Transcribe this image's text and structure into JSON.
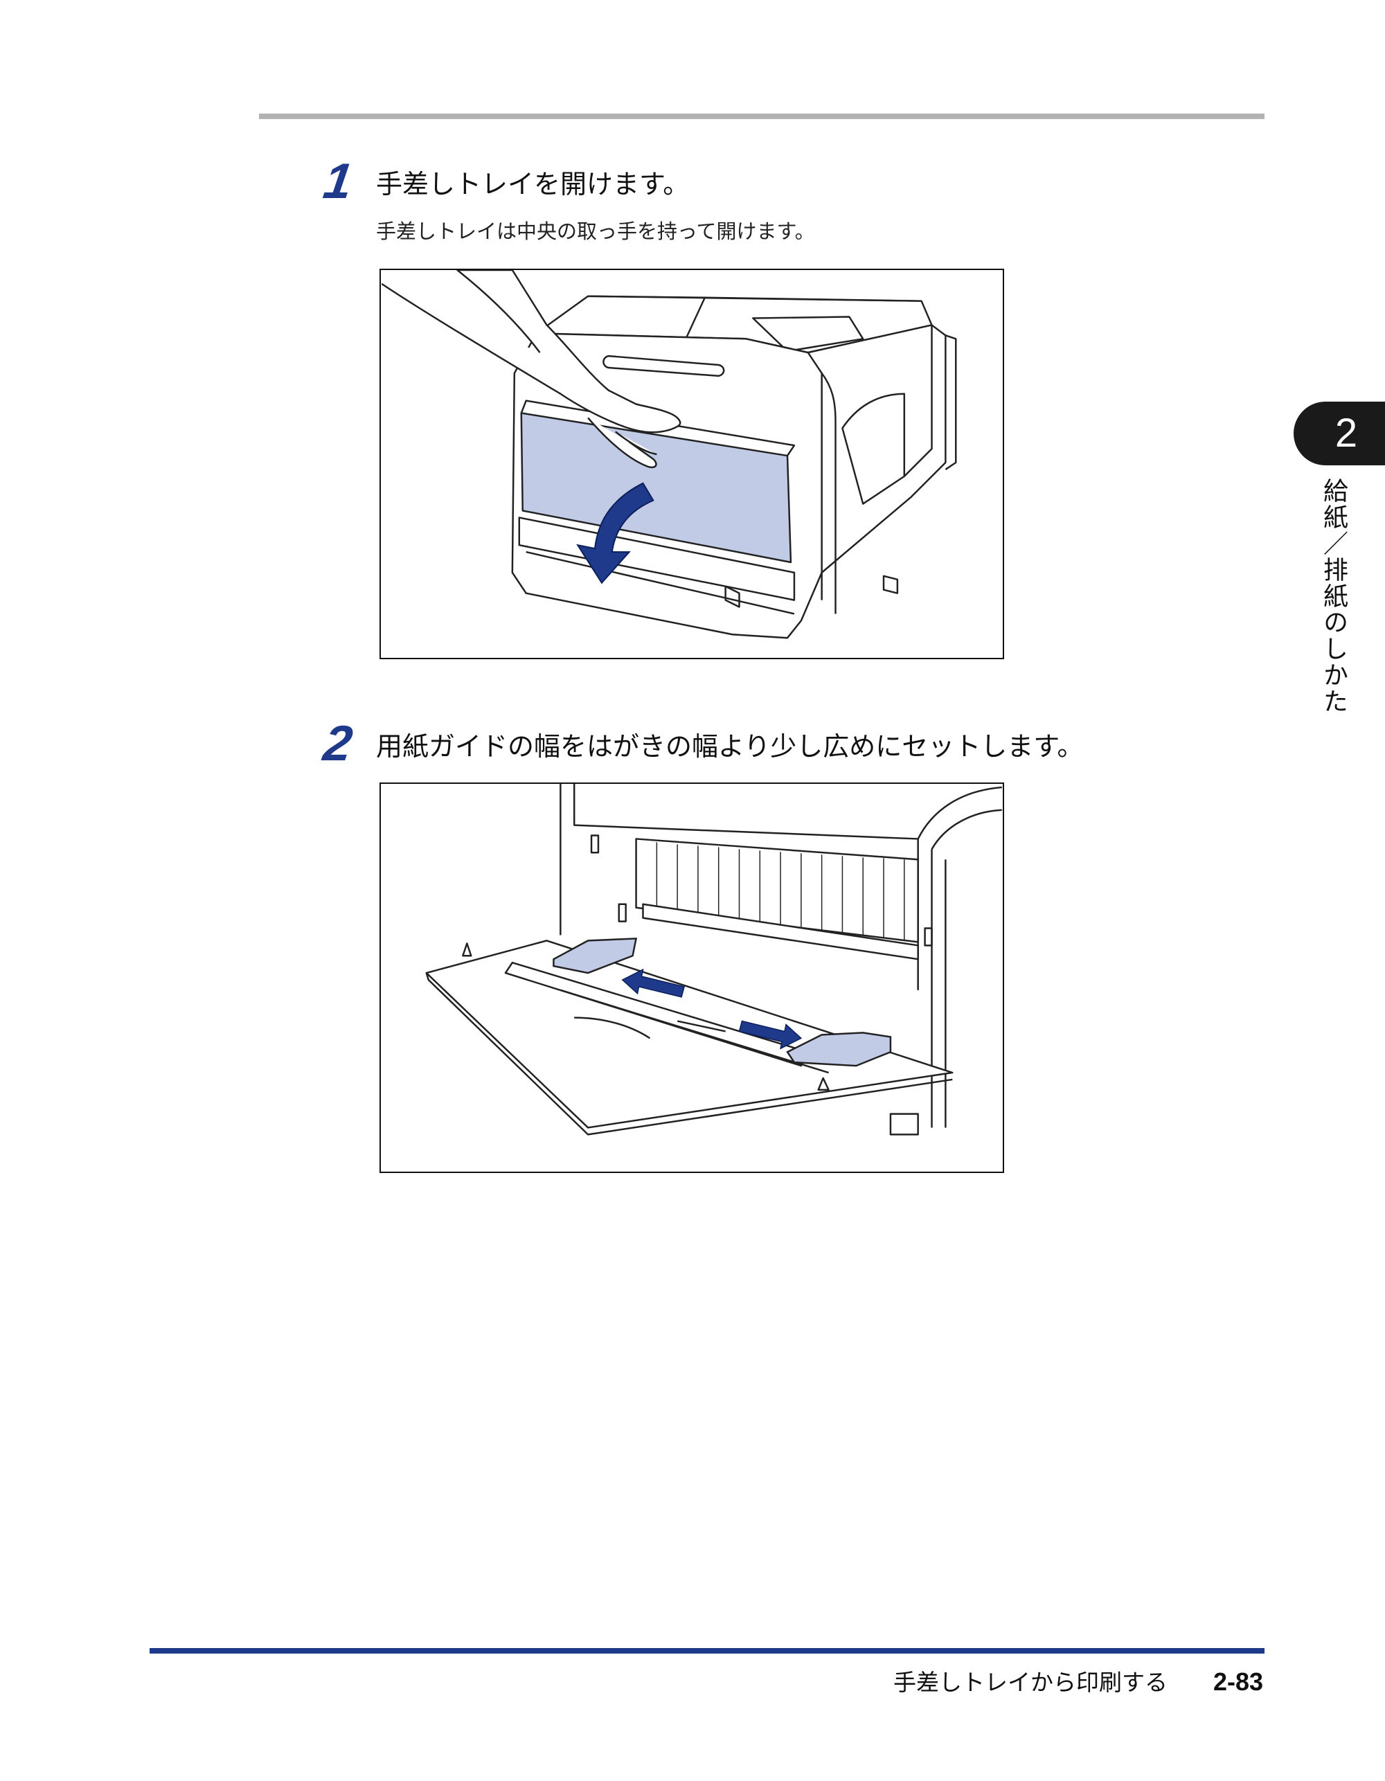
{
  "steps": [
    {
      "number": "1",
      "title": "手差しトレイを開けます。",
      "description": "手差しトレイは中央の取っ手を持って開けます。"
    },
    {
      "number": "2",
      "title": "用紙ガイドの幅をはがきの幅より少し広めにセットします。"
    }
  ],
  "chapter": {
    "number": "2",
    "title": "給紙／排紙のしかた"
  },
  "footer": {
    "section_title": "手差しトレイから印刷する",
    "page_number": "2-83"
  },
  "colors": {
    "accent_blue": "#1f3a8a",
    "highlight_blue": "#c2cbe6",
    "rule_gray": "#b3b3b3",
    "tab_dark": "#1a1a1a"
  }
}
